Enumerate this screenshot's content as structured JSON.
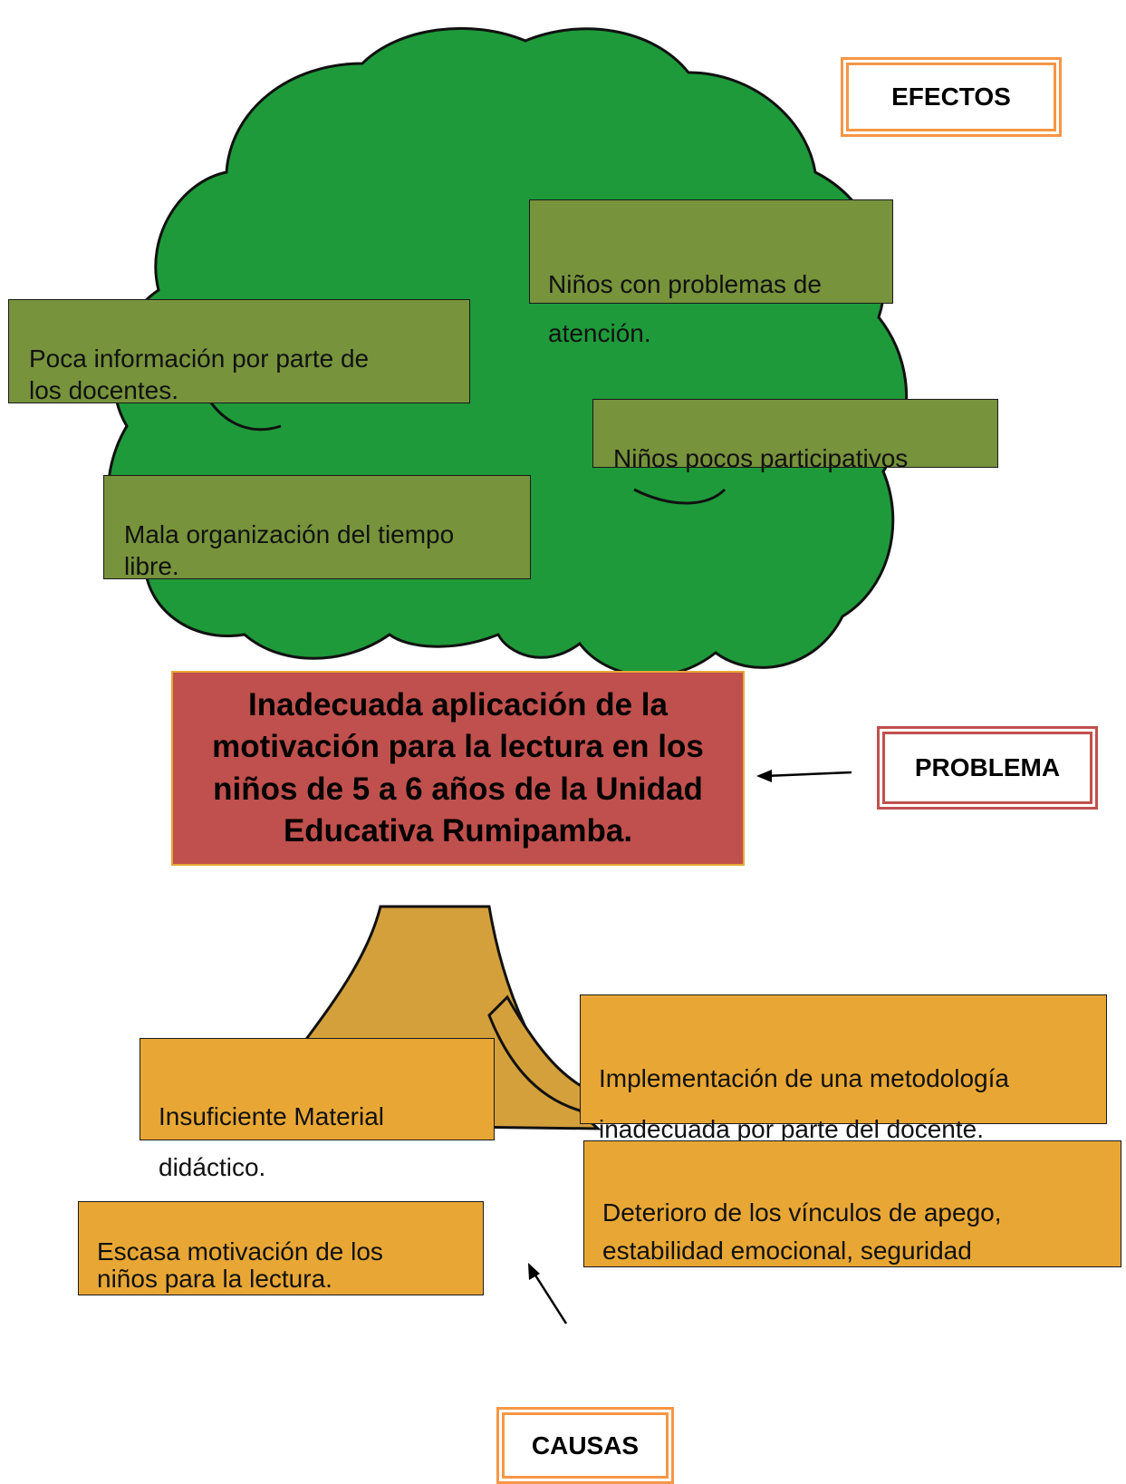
{
  "labels": {
    "efectos": "EFECTOS",
    "problema": "PROBLEMA",
    "causas": "CAUSAS"
  },
  "problem": "Inadecuada aplicación de la motivación para la lectura en los niños de 5 a 6 años de la Unidad Educativa Rumipamba.",
  "effects": [
    "Niños con problemas de\natención.",
    "Poca información por parte de\nlos docentes.",
    "Niños  pocos participativos",
    "Mala organización del tiempo\nlibre."
  ],
  "causes": [
    "Implementación de una metodología\ninadecuada por parte del docente.",
    "Insuficiente Material\ndidáctico.",
    "Deterioro de los vínculos de apego,\nestabilidad emocional, seguridad",
    "Escasa  motivación de los\nniños para     la lectura."
  ],
  "colors": {
    "effects_box": "#77933c",
    "causes_box": "#e8a735",
    "problem_box": "#c0504d",
    "foliage": "#1e9a3a",
    "trunk": "#d4a03c"
  }
}
